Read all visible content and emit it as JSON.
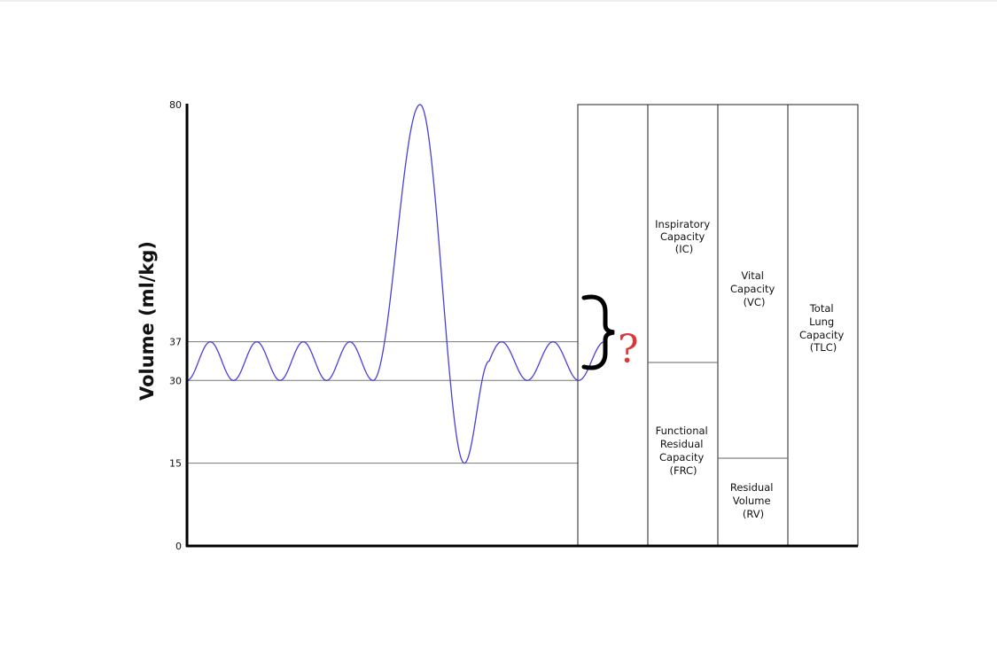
{
  "chart_data": {
    "type": "line",
    "ylabel": "Volume (ml/kg)",
    "y_ticks": [
      0,
      15,
      30,
      37,
      80
    ],
    "ylim": [
      0,
      80
    ],
    "reference_lines": [
      15,
      30,
      37
    ],
    "trace": {
      "color": "#4a3fd9",
      "segments": [
        {
          "kind": "tidal",
          "breaths": 4,
          "low": 30,
          "high": 37
        },
        {
          "kind": "deep",
          "high": 80,
          "low": 15
        },
        {
          "kind": "tidal",
          "breaths": 2,
          "low": 30,
          "high": 37
        }
      ]
    }
  },
  "capacities": {
    "inspiratory": [
      "Inspiratory",
      "Capacity",
      "(IC)"
    ],
    "functional_residual": [
      "Functional",
      "Residual",
      "Capacity",
      "(FRC)"
    ],
    "vital": [
      "Vital",
      "Capacity",
      "(VC)"
    ],
    "residual_volume": [
      "Residual",
      "Volume",
      "(RV)"
    ],
    "total_lung": [
      "Total",
      "Lung",
      "Capacity",
      "(TLC)"
    ]
  },
  "annotation": {
    "symbol": "?",
    "color": "#d63a3a"
  }
}
